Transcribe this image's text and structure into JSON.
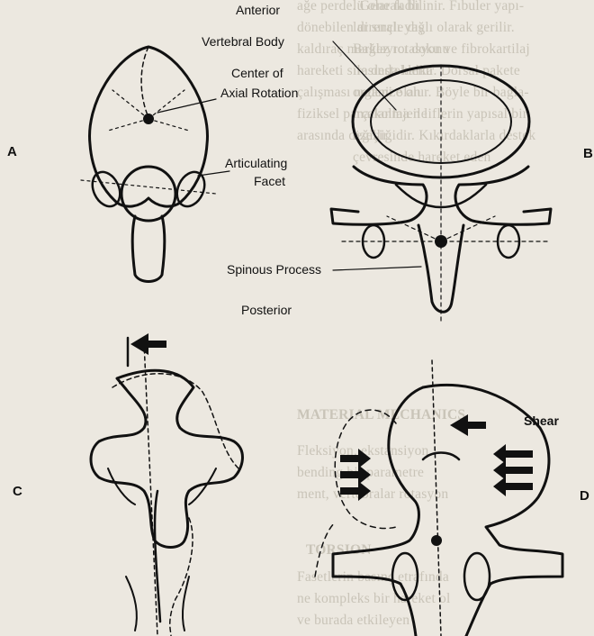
{
  "background_text": {
    "right_column_top": [
      "lü olarak bilinir. Fıbuler yapı-",
      "lar sıralı yağlı olarak gerilir.",
      "Bağlayıcı doku ve fibrokartilaj",
      "ile desteklenir. Dorsal pakete",
      "organize olur. Böyle bir bağla-",
      "ma kollajen liflerin yapısal bir",
      "özelliğidir. Kıkırdaklarla destek",
      "çevresinde hareket eden"
    ],
    "right_column_mid": [
      "ağe perde. Gene fadlı",
      "dönebilen dirençle dış",
      "kaldıraç merkez rotasyonu",
      "hareketi sırasında halka",
      "çalışması nedeni olan",
      "fiziksel parçalanma ile",
      "arasında değişir."
    ],
    "section_heading": "MATERIAL MECHANICS",
    "right_column_low": [
      "Fleksiyon, ekstansiyon",
      "bending bir parametre",
      "ment, vertebralar rotasyon"
    ],
    "section_heading_2": "TORSION",
    "right_column_bottom": [
      "Fasetlerin basınç etrafında",
      "ne kompleks bir hareket ol",
      "ve burada etkileyen"
    ]
  },
  "labels": {
    "anterior": "Anterior",
    "vertebral_body": "Vertebral Body",
    "center_of_axial_rotation_line1": "Center of",
    "center_of_axial_rotation_line2": "Axial Rotation",
    "articulating_facet_line1": "Articulating",
    "articulating_facet_line2": "Facet",
    "spinous_process": "Spinous Process",
    "posterior": "Posterior",
    "shear": "Shear"
  },
  "panels": {
    "a": "A",
    "b": "B",
    "c": "C",
    "d": "D"
  }
}
